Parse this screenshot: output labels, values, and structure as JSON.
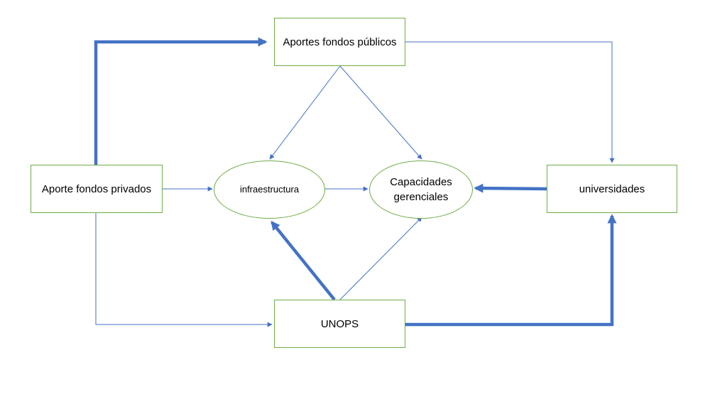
{
  "diagram": {
    "colors": {
      "node_border": "#70ad47",
      "edge": "#4472c4"
    },
    "nodes": {
      "aportes_publicos": "Aportes fondos públicos",
      "aporte_privados": "Aporte fondos privados",
      "infraestructura": "infraestructura",
      "capacidades": "Capacidades\ngerenciales",
      "universidades": "universidades",
      "unops": "UNOPS"
    },
    "edges": [
      {
        "from": "aporte_privados",
        "to": "aportes_publicos",
        "weight": "thick"
      },
      {
        "from": "aportes_publicos",
        "to": "universidades",
        "weight": "thin"
      },
      {
        "from": "aportes_publicos",
        "to": "infraestructura",
        "weight": "thin"
      },
      {
        "from": "aportes_publicos",
        "to": "capacidades",
        "weight": "thin"
      },
      {
        "from": "aporte_privados",
        "to": "infraestructura",
        "weight": "thin"
      },
      {
        "from": "infraestructura",
        "to": "capacidades",
        "weight": "thin"
      },
      {
        "from": "universidades",
        "to": "capacidades",
        "weight": "thick"
      },
      {
        "from": "aporte_privados",
        "to": "unops",
        "weight": "thin"
      },
      {
        "from": "unops",
        "to": "infraestructura",
        "weight": "thick"
      },
      {
        "from": "unops",
        "to": "capacidades",
        "weight": "thin"
      },
      {
        "from": "unops",
        "to": "universidades",
        "weight": "thick"
      }
    ]
  }
}
